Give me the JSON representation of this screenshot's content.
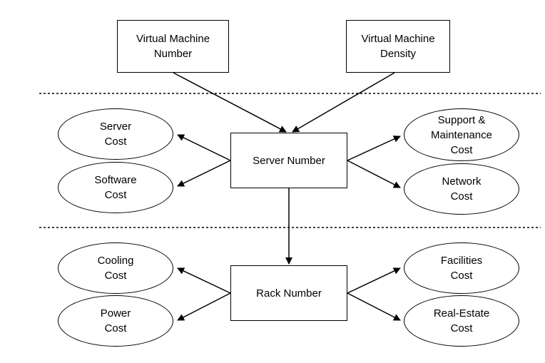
{
  "top": {
    "vm_number": "Virtual Machine\nNumber",
    "vm_density": "Virtual Machine\nDensity"
  },
  "middle": {
    "server_number": "Server Number",
    "server_cost": "Server\nCost",
    "software_cost": "Software\nCost",
    "support_maintenance_cost": "Support &\nMaintenance\nCost",
    "network_cost": "Network\nCost"
  },
  "bottom": {
    "rack_number": "Rack Number",
    "cooling_cost": "Cooling\nCost",
    "power_cost": "Power\nCost",
    "facilities_cost": "Facilities\nCost",
    "real_estate_cost": "Real-Estate\nCost"
  }
}
